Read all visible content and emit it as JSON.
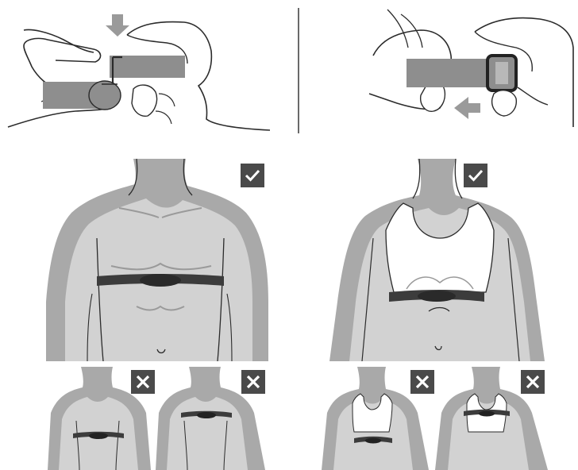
{
  "colors": {
    "background": "#ffffff",
    "line": "#2b2b2b",
    "skin": "#d2d2d2",
    "skin_shadow": "#a9a9a9",
    "strap": "#8e8e8e",
    "strap_dark": "#3c3c3c",
    "bra": "#ffffff",
    "badge": "#4a4a4a",
    "badge_mark": "#ffffff"
  },
  "steps": [
    {
      "id": "step-attach-connector",
      "arrow": "down-arrow-icon"
    },
    {
      "id": "step-adjust-buckle",
      "arrow": "left-arrow-icon"
    }
  ],
  "placements": [
    {
      "figure": "male-torso",
      "strap_position": "below-chest",
      "verdict": "correct"
    },
    {
      "figure": "female-torso",
      "strap_position": "below-sports-bra",
      "verdict": "correct"
    },
    {
      "figure": "male-torso-small",
      "strap_position": "too-low",
      "verdict": "incorrect"
    },
    {
      "figure": "male-torso-small",
      "strap_position": "too-high",
      "verdict": "incorrect"
    },
    {
      "figure": "female-torso-small",
      "strap_position": "too-low",
      "verdict": "incorrect"
    },
    {
      "figure": "female-torso-small",
      "strap_position": "too-high",
      "verdict": "incorrect"
    }
  ],
  "icons": {
    "correct": "check-icon",
    "incorrect": "cross-icon"
  }
}
